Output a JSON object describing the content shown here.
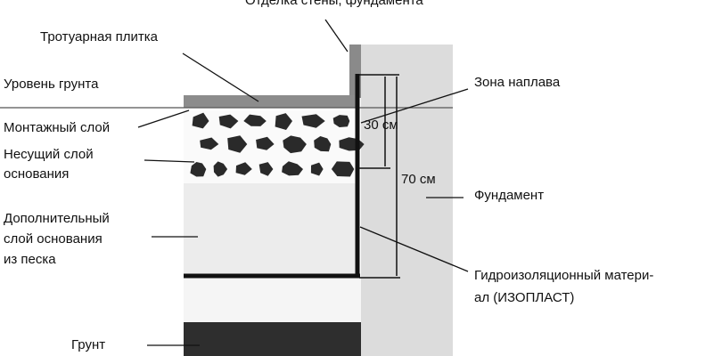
{
  "labels": {
    "wall_finish": "Отделка стены, фундамента",
    "paving_tile": "Тротуарная плитка",
    "ground_level": "Уровень грунта",
    "mounting_layer": "Монтажный слой",
    "bearing_layer_1": "Несущий слой",
    "bearing_layer_2": "основания",
    "extra_layer_1": "Дополнительный",
    "extra_layer_2": "слой основания",
    "extra_layer_3": "из песка",
    "soil": "Грунт",
    "melt_zone": "Зона наплава",
    "foundation": "Фундамент",
    "waterproof_1": "Гидроизоляционный матери-",
    "waterproof_2": "ал (ИЗОПЛАСТ)"
  },
  "dimensions": {
    "melt_zone_height": "30 см",
    "total_height": "70 см"
  }
}
